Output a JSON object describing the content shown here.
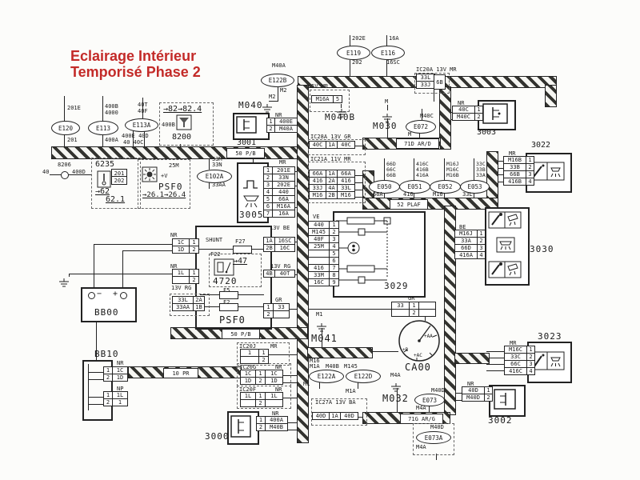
{
  "title": {
    "line1": "Eclairage Intérieur",
    "line2": "Temporisé Phase 2",
    "color": "#c32a28"
  },
  "bus_labels": {
    "pb_top": "50 P/B",
    "ar_d": "71D AR/D",
    "plaf": "52 PLAF",
    "pb_bottom": "50 P/B",
    "pr": "10 PR",
    "ar_g": "71G AR/G"
  },
  "ovals": {
    "e120": "E120",
    "e113": "E113",
    "e113a": "E113A",
    "e122b": "E122B",
    "e119": "E119",
    "e116": "E116",
    "e072": "E072",
    "e102a": "E102A",
    "e050": "E050",
    "e051": "E051",
    "e052": "E052",
    "e053": "E053",
    "e122a": "E122A",
    "e122d": "E122D",
    "e073": "E073",
    "e073a": "E073A"
  },
  "labels": {
    "l201e": "201E",
    "l201": "201",
    "l400b": "400B",
    "l4000": "4000",
    "l400a": "400A",
    "l40t": "40T",
    "l40f": "40F",
    "l400e40d": "400E 40D",
    "l4040c": "40  40C",
    "a8200": "→82→82.4",
    "l8200_400b": "400B",
    "n8200": "8200",
    "l8206": "8206",
    "l8206_40": "40",
    "l8206_400d": "400D",
    "nM040": "M040",
    "lM40a": "M40A",
    "lM2a": "M2",
    "lM2b": "M2",
    "nr3001": "NR",
    "n3001": "3001",
    "l202e": "202E",
    "l202": "202",
    "l16a": "16A",
    "l16sc": "16SC",
    "hIC20A": "IC20A  13V  MR",
    "h5vmr": "5V MR",
    "nM040B": "M040B",
    "nM030": "M030",
    "lM_m030": "M",
    "lM40c": "M40C",
    "lM_e072": "M",
    "nr3003": "NR",
    "n3003": "3003",
    "n3022": "3022",
    "mr3022": "MR",
    "hIC28A": "IC28A  13V GR",
    "hIC21A": "IC21A  11V MR",
    "l33m": "33M",
    "l33n": "33N",
    "l33aa": "33AA",
    "mr3005": "MR",
    "n3005": "3005",
    "c66d": "66D",
    "c66c": "66C",
    "c66b": "66B",
    "b66a": "66A",
    "c416c": "416C",
    "c416b": "416B",
    "c416a": "416A",
    "b416": "416",
    "cm16j": "M16J",
    "cm16c": "M16C",
    "cm16b": "M16B",
    "bm16": "M16",
    "c33c": "33C",
    "c33b": "33B",
    "c33a": "33A",
    "b33l": "33L",
    "lVE": "VE",
    "n3029": "3029",
    "h13vbe": "13V BE",
    "h13vrg_r": "13V RG",
    "hgr_r": "GR",
    "be3030": "BE",
    "n3030": "3030",
    "nr_p1": "NR",
    "nr_p2": "NR",
    "lshunt": "SHUNT",
    "lf22": "F22",
    "lf27": "F27",
    "a47": "→47",
    "n4720": "4720",
    "h13vrg_l": "13V RG",
    "lf5": "F5",
    "lf2": "F2",
    "nPSF0": "PSF0",
    "nPSF0top": "PSF0",
    "l25m": "25M",
    "lplusv": "+V",
    "a2614": "→26.1→26.4",
    "n6235": "6235",
    "l6235_201": "201",
    "l6235_202": "202",
    "a62": "→62",
    "a621": "62.1",
    "nBB00": "BB00",
    "bminus": "−",
    "bplus": "+",
    "nBB10": "BB10",
    "nr_bb10": "NR",
    "np_bb10": "NP",
    "hIC20J": "IC20J",
    "mr_ic20j": "MR",
    "hIC20G": "IC20G",
    "nr_ic20g": "NR",
    "hIC20F": "IC20F",
    "nr_ic20f": "NR",
    "nr3000": "NR",
    "n3000": "3000",
    "lM1_m041": "M1",
    "nM041": "M041",
    "gr_ca00": "GR",
    "nCA00": "CA00",
    "caa": "+AA",
    "cb": "+B",
    "cac": "+AC",
    "lM16": "M16",
    "lM1a_a": "M1A",
    "lM40b": "M40B",
    "lM145": "M145",
    "lM1_b": "M1",
    "lM1a_d": "M1A",
    "lM4a_m032": "M4A",
    "nM032": "M032",
    "lM40d_e073": "M40D",
    "lM4a_e073": "M4A",
    "hIC27A": "IC27A  13V BA",
    "lM40d_e073a": "M40D",
    "lM4a_e073a": "M4A",
    "nr3002": "NR",
    "n3002": "3002",
    "n3023": "3023",
    "mr3023": "MR"
  },
  "pins": {
    "ic20a_6b": "6B",
    "p3001": {
      "rows": [
        [
          "1",
          "400E"
        ],
        [
          "2",
          "M40A"
        ]
      ]
    },
    "pIC20A": {
      "rows": [
        [
          "33L"
        ],
        [
          "33J"
        ]
      ]
    },
    "p3003": {
      "rows": [
        [
          "40C",
          "1"
        ],
        [
          "M40C",
          "2"
        ]
      ]
    },
    "pM040B": {
      "rows": [
        [
          "M16A",
          "5"
        ]
      ]
    },
    "pIC28A": {
      "rows": [
        [
          "40C",
          "1A",
          "40C"
        ]
      ]
    },
    "pIC21A": {
      "rows": [
        [
          "66A",
          "1A",
          "66A"
        ],
        [
          "416",
          "2A",
          "416"
        ],
        [
          "33J",
          "4A",
          "33L"
        ],
        [
          "M16",
          "2B",
          "M16"
        ]
      ]
    },
    "p3005": {
      "rows": [
        [
          "1",
          "201E"
        ],
        [
          "2",
          "33N"
        ],
        [
          "3",
          "202E"
        ],
        [
          "4",
          "440"
        ],
        [
          "5",
          "66A"
        ],
        [
          "6",
          "M16A"
        ],
        [
          "7",
          "16A"
        ]
      ]
    },
    "p3022": {
      "rows": [
        [
          "M16B",
          "1"
        ],
        [
          "33B",
          "2"
        ],
        [
          "66B",
          "3"
        ],
        [
          "416B",
          "4"
        ]
      ]
    },
    "p3030": {
      "rows": [
        [
          "M16J",
          "1"
        ],
        [
          "33A",
          "2"
        ],
        [
          "66D",
          "3"
        ],
        [
          "416A",
          "4"
        ]
      ]
    },
    "p3029": {
      "rows": [
        [
          "440",
          "1"
        ],
        [
          "M145",
          "2"
        ],
        [
          "40F",
          "3"
        ],
        [
          "25M",
          "4"
        ],
        [
          "",
          "5"
        ],
        [
          "",
          "6"
        ],
        [
          "416",
          "7"
        ],
        [
          "33M",
          "8"
        ],
        [
          "16C",
          "9"
        ]
      ]
    },
    "pPSF0nr1": {
      "rows": [
        [
          "1C",
          "1"
        ],
        [
          "1D",
          "2"
        ]
      ]
    },
    "pPSF0nr2": {
      "rows": [
        [
          "1L",
          "1"
        ],
        [
          "",
          "2"
        ]
      ]
    },
    "pPSF0rgl": {
      "rows": [
        [
          "33L",
          "2A"
        ],
        [
          "33AA",
          "1B"
        ]
      ]
    },
    "pPSF0be": {
      "rows": [
        [
          "1A",
          "16SC"
        ],
        [
          "2B",
          "16C"
        ]
      ]
    },
    "pPSF0rg": {
      "rows": [
        [
          "4B",
          "40T"
        ]
      ]
    },
    "pPSF0gr": {
      "rows": [
        [
          "1",
          "33"
        ],
        [
          "2",
          ""
        ]
      ]
    },
    "pGRca00": {
      "rows": [
        [
          "33",
          "1",
          ""
        ],
        [
          "",
          "2",
          ""
        ]
      ]
    },
    "pBB10nr": {
      "rows": [
        [
          "1",
          "1C"
        ],
        [
          "2",
          "1D"
        ]
      ]
    },
    "pBB10np": {
      "rows": [
        [
          "1",
          "1L"
        ],
        [
          "2",
          "1"
        ]
      ]
    },
    "pIC20J": {
      "rows": [
        [
          "1",
          "1"
        ],
        [
          "",
          "2"
        ]
      ]
    },
    "pIC20G": {
      "rows": [
        [
          "1C",
          "1",
          "1C"
        ],
        [
          "1D",
          "2",
          "1D"
        ]
      ]
    },
    "pIC20F": {
      "rows": [
        [
          "1L",
          "1",
          "1L"
        ],
        [
          "",
          "2",
          ""
        ]
      ]
    },
    "p3000": {
      "rows": [
        [
          "1",
          "400A"
        ],
        [
          "2",
          "M40B"
        ]
      ]
    },
    "pIC27A": {
      "rows": [
        [
          "40D",
          "1A",
          "40D"
        ]
      ]
    },
    "p3002": {
      "rows": [
        [
          "40D",
          "1"
        ],
        [
          "M40D",
          "2"
        ]
      ]
    },
    "p3023": {
      "rows": [
        [
          "M16C",
          "1"
        ],
        [
          "33C",
          "2"
        ],
        [
          "66C",
          "3"
        ],
        [
          "416C",
          "4"
        ]
      ]
    }
  }
}
